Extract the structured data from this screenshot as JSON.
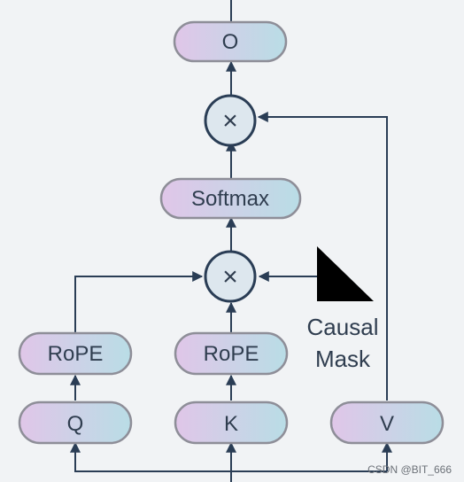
{
  "nodes": {
    "o": "O",
    "softmax": "Softmax",
    "rope_q": "RoPE",
    "rope_k": "RoPE",
    "q": "Q",
    "k": "K",
    "v": "V"
  },
  "operators": {
    "multiply_top": "×",
    "multiply_bottom": "×"
  },
  "mask": {
    "line1": "Causal",
    "line2": "Mask"
  },
  "watermark": "CSDN @BIT_666",
  "colors": {
    "background": "#f1f3f5",
    "box_gradient_start": "#e0c6e8",
    "box_gradient_end": "#b9dde6",
    "box_border": "#8e8e98",
    "line": "#2a3d55",
    "text": "#2f3d4f",
    "mask_fill": "#000000"
  }
}
